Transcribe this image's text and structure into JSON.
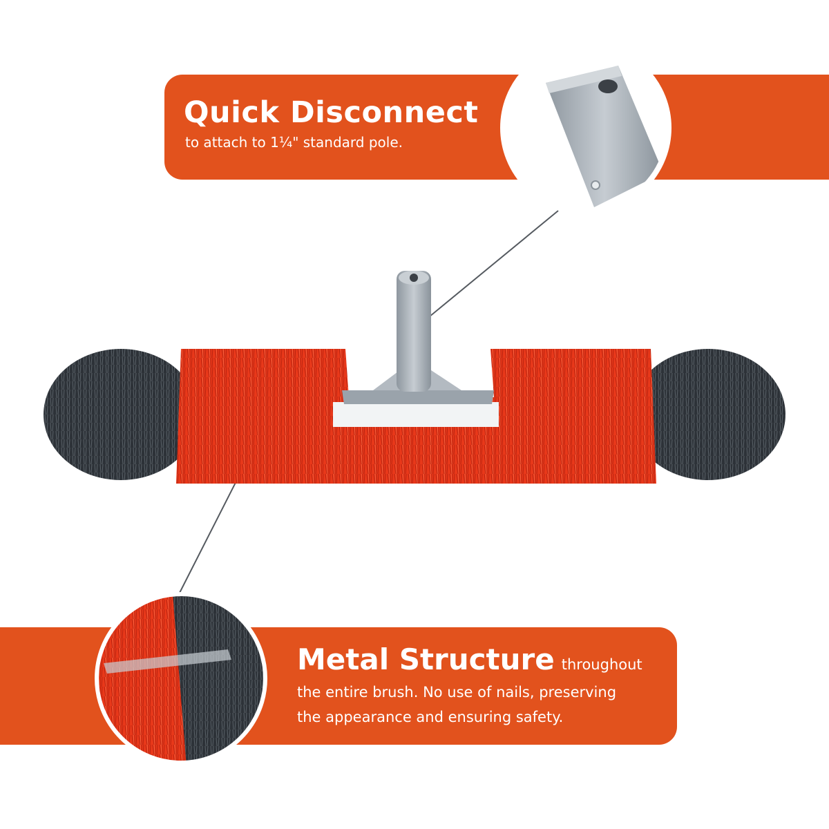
{
  "callouts": {
    "quick_disconnect": {
      "title": "Quick Disconnect",
      "subtitle": "to attach to 1¼\" standard pole."
    },
    "metal_structure": {
      "title": "Metal Structure",
      "title_tail": "throughout",
      "line2": "the entire brush. No use of nails, preserving",
      "line3": "the appearance and ensuring safety."
    }
  },
  "colors": {
    "banner": "#e2521d",
    "bristle_red": "#e8381a",
    "bristle_dark": "#2d3238",
    "metal": "#a9b2ba"
  }
}
